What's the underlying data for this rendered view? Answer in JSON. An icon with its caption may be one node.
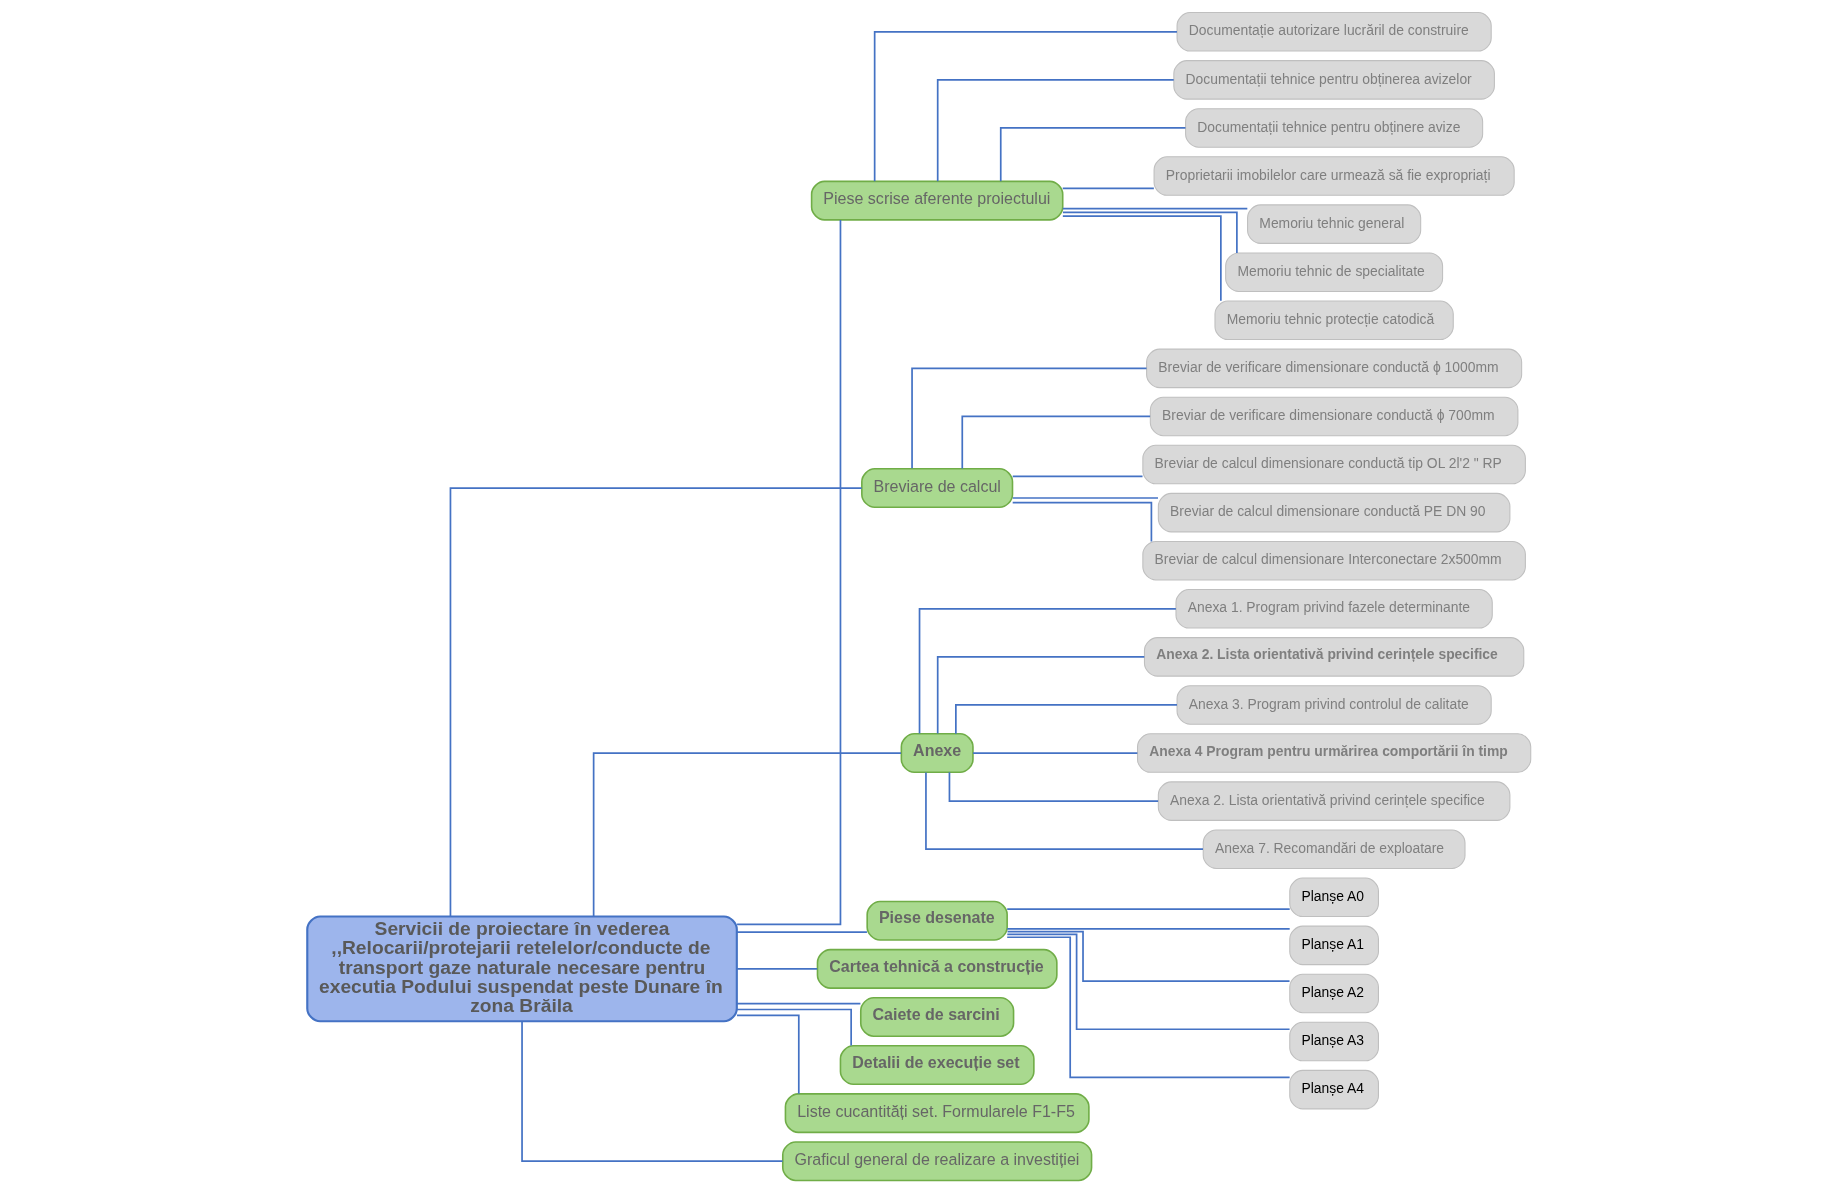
{
  "diagram": {
    "nodes": [
      {
        "text": [
          "Servicii de proiectare în vederea ,,Relocarii/protejarii retelelor/conducte de transport gaze naturale necesare pentru executia Podului suspendat peste Dunare în zona Brăila"
        ]
      },
      {
        "text": [
          "Piese scrise aferente proiectului"
        ]
      },
      {
        "text": [
          "Documentație autorizare lucrăril de construire"
        ]
      },
      {
        "text": [
          "Documentații tehnice pentru obținerea avizelor"
        ]
      },
      {
        "text": [
          "Documentații tehnice pentru obținere avize"
        ]
      },
      {
        "text": [
          "Proprietarii imobilelor care urmează să fie expropriați"
        ]
      },
      {
        "text": [
          "Memoriu tehnic general"
        ]
      },
      {
        "text": [
          "Memoriu tehnic de specialitate"
        ]
      },
      {
        "text": [
          "Memoriu tehnic protecție catodică"
        ]
      },
      {
        "text": [
          "Breviare de calcul"
        ]
      },
      {
        "text": [
          "Breviar de verificare dimensionare conductă ϕ 1000mm"
        ]
      },
      {
        "text": [
          "Breviar de verificare dimensionare conductă ϕ 700mm"
        ]
      },
      {
        "text": [
          "Breviar de calcul dimensionare conductă tip OL 2l'2 \" RP"
        ]
      },
      {
        "text": [
          "Breviar de calcul dimensionare conductă PE DN 90"
        ]
      },
      {
        "text": [
          "Breviar de calcul dimensionare Interconectare 2x500mm"
        ]
      },
      {
        "text": [
          "Anexe"
        ]
      },
      {
        "text": [
          "Anexa 1. Program privind fazele determinante"
        ]
      },
      {
        "text": [
          "Anexa 2. Lista orientativă privind cerințele specifice"
        ]
      },
      {
        "text": [
          "Anexa 3. Program privind controlul de calitate"
        ]
      },
      {
        "text": [
          "Anexa 4 Program pentru urmărirea comportării în timp"
        ]
      },
      {
        "text": [
          "Anexa 2. Lista orientativă privind cerințele specifice"
        ]
      },
      {
        "text": [
          "Anexa 7. Recomandări de exploatare"
        ]
      },
      {
        "text": [
          "Piese desenate"
        ]
      },
      {
        "text": [
          "Planșe A0"
        ]
      },
      {
        "text": [
          "Planșe A1"
        ]
      },
      {
        "text": [
          "Planșe A2"
        ]
      },
      {
        "text": [
          "Planșe A3"
        ]
      },
      {
        "text": [
          "Planșe A4"
        ]
      },
      {
        "text": [
          "Cartea tehnică a construcție"
        ]
      },
      {
        "text": [
          "Caiete de sarcini"
        ]
      },
      {
        "text": [
          "Detalii de execuție set"
        ]
      },
      {
        "text": [
          "Liste cucantități set. Formularele F1-F5"
        ]
      },
      {
        "text": [
          "Graficul general de realizare a investiției"
        ]
      }
    ],
    "edges": [
      {
        "from": 0,
        "to": 1,
        "arrow": "none"
      },
      {
        "from": 1,
        "to": 2,
        "arrow": "none"
      },
      {
        "from": 1,
        "to": 3,
        "arrow": "none"
      },
      {
        "from": 1,
        "to": 4,
        "arrow": "none"
      },
      {
        "from": 1,
        "to": 5,
        "arrow": "none"
      },
      {
        "from": 1,
        "to": 6,
        "arrow": "none"
      },
      {
        "from": 1,
        "to": 7,
        "arrow": "none"
      },
      {
        "from": 1,
        "to": 8,
        "arrow": "none"
      },
      {
        "from": 0,
        "to": 9,
        "arrow": "none"
      },
      {
        "from": 9,
        "to": 10,
        "arrow": "none"
      },
      {
        "from": 9,
        "to": 11,
        "arrow": "none"
      },
      {
        "from": 9,
        "to": 12,
        "arrow": "none"
      },
      {
        "from": 9,
        "to": 13,
        "arrow": "none"
      },
      {
        "from": 9,
        "to": 14,
        "arrow": "none"
      },
      {
        "from": 0,
        "to": 15,
        "arrow": "none"
      },
      {
        "from": 15,
        "to": 16,
        "arrow": "none"
      },
      {
        "from": 15,
        "to": 17,
        "arrow": "none"
      },
      {
        "from": 15,
        "to": 18,
        "arrow": "none"
      },
      {
        "from": 15,
        "to": 19,
        "arrow": "none"
      },
      {
        "from": 15,
        "to": 20,
        "arrow": "none"
      },
      {
        "from": 15,
        "to": 21,
        "arrow": "none"
      },
      {
        "from": 0,
        "to": 22,
        "arrow": "none"
      },
      {
        "from": 22,
        "to": 23,
        "arrow": "none"
      },
      {
        "from": 22,
        "to": 24,
        "arrow": "none"
      },
      {
        "from": 22,
        "to": 25,
        "arrow": "none"
      },
      {
        "from": 22,
        "to": 26,
        "arrow": "none"
      },
      {
        "from": 22,
        "to": 27,
        "arrow": "none"
      },
      {
        "from": 0,
        "to": 28,
        "arrow": "none"
      },
      {
        "from": 0,
        "to": 29,
        "arrow": "none"
      },
      {
        "from": 0,
        "to": 30,
        "arrow": "none"
      },
      {
        "from": 0,
        "to": 31,
        "arrow": "none"
      },
      {
        "from": 0,
        "to": 32,
        "arrow": "none"
      }
    ]
  }
}
